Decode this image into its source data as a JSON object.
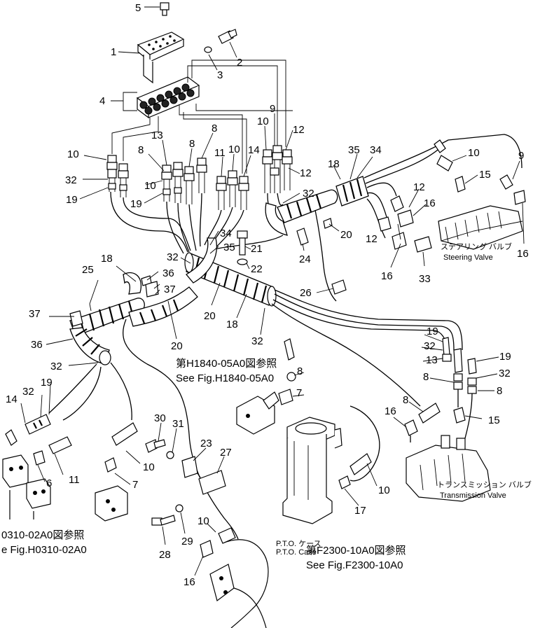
{
  "part_labels": [
    {
      "id": "5",
      "text": "5"
    },
    {
      "id": "1",
      "text": "1"
    },
    {
      "id": "2",
      "text": "2"
    },
    {
      "id": "3",
      "text": "3"
    },
    {
      "id": "4",
      "text": "4"
    },
    {
      "id": "10a",
      "text": "10"
    },
    {
      "id": "32a",
      "text": "32"
    },
    {
      "id": "19a",
      "text": "19"
    },
    {
      "id": "13a",
      "text": "13"
    },
    {
      "id": "8a",
      "text": "8"
    },
    {
      "id": "8b",
      "text": "8"
    },
    {
      "id": "8c",
      "text": "8"
    },
    {
      "id": "10b",
      "text": "10"
    },
    {
      "id": "19b",
      "text": "19"
    },
    {
      "id": "11a",
      "text": "11"
    },
    {
      "id": "10c",
      "text": "10"
    },
    {
      "id": "14a",
      "text": "14"
    },
    {
      "id": "9a",
      "text": "9"
    },
    {
      "id": "10d",
      "text": "10"
    },
    {
      "id": "12a",
      "text": "12"
    },
    {
      "id": "12b",
      "text": "12"
    },
    {
      "id": "18a",
      "text": "18"
    },
    {
      "id": "35a",
      "text": "35"
    },
    {
      "id": "34a",
      "text": "34"
    },
    {
      "id": "32b",
      "text": "32"
    },
    {
      "id": "10e",
      "text": "10"
    },
    {
      "id": "9b",
      "text": "9"
    },
    {
      "id": "15a",
      "text": "15"
    },
    {
      "id": "12c",
      "text": "12"
    },
    {
      "id": "16a",
      "text": "16"
    },
    {
      "id": "12d",
      "text": "12"
    },
    {
      "id": "16b",
      "text": "16"
    },
    {
      "id": "16c",
      "text": "16"
    },
    {
      "id": "33",
      "text": "33"
    },
    {
      "id": "20a",
      "text": "20"
    },
    {
      "id": "24",
      "text": "24"
    },
    {
      "id": "34b",
      "text": "34"
    },
    {
      "id": "35b",
      "text": "35"
    },
    {
      "id": "21",
      "text": "21"
    },
    {
      "id": "32c",
      "text": "32"
    },
    {
      "id": "22",
      "text": "22"
    },
    {
      "id": "18b",
      "text": "18"
    },
    {
      "id": "36a",
      "text": "36"
    },
    {
      "id": "25",
      "text": "25"
    },
    {
      "id": "37a",
      "text": "37"
    },
    {
      "id": "37b",
      "text": "37"
    },
    {
      "id": "26",
      "text": "26"
    },
    {
      "id": "20b",
      "text": "20"
    },
    {
      "id": "18c",
      "text": "18"
    },
    {
      "id": "20c",
      "text": "20"
    },
    {
      "id": "32d",
      "text": "32"
    },
    {
      "id": "36b",
      "text": "36"
    },
    {
      "id": "32e",
      "text": "32"
    },
    {
      "id": "19c",
      "text": "19"
    },
    {
      "id": "32f",
      "text": "32"
    },
    {
      "id": "13b",
      "text": "13"
    },
    {
      "id": "19d",
      "text": "19"
    },
    {
      "id": "32g",
      "text": "32"
    },
    {
      "id": "8d",
      "text": "8"
    },
    {
      "id": "8e",
      "text": "8"
    },
    {
      "id": "8f",
      "text": "8"
    },
    {
      "id": "32h",
      "text": "32"
    },
    {
      "id": "19e",
      "text": "19"
    },
    {
      "id": "14b",
      "text": "14"
    },
    {
      "id": "7a",
      "text": "7"
    },
    {
      "id": "8g",
      "text": "8"
    },
    {
      "id": "15b",
      "text": "15"
    },
    {
      "id": "16d",
      "text": "16"
    },
    {
      "id": "11b",
      "text": "11"
    },
    {
      "id": "6",
      "text": "6"
    },
    {
      "id": "10f",
      "text": "10"
    },
    {
      "id": "7b",
      "text": "7"
    },
    {
      "id": "30",
      "text": "30"
    },
    {
      "id": "31",
      "text": "31"
    },
    {
      "id": "23",
      "text": "23"
    },
    {
      "id": "27",
      "text": "27"
    },
    {
      "id": "10g",
      "text": "10"
    },
    {
      "id": "17",
      "text": "17"
    },
    {
      "id": "28",
      "text": "28"
    },
    {
      "id": "29",
      "text": "29"
    },
    {
      "id": "10h",
      "text": "10"
    },
    {
      "id": "16e",
      "text": "16"
    }
  ],
  "references": {
    "h1840_jp": "第H1840-05A0図参照",
    "h1840_en": "See Fig.H1840-05A0",
    "h0310_jp": "0310-02A0図参照",
    "h0310_en": "e Fig.H0310-02A0",
    "f2300_jp": "第F2300-10A0図参照",
    "f2300_en": "See Fig.F2300-10A0"
  },
  "component_names": {
    "steering_jp": "ステアリング バルブ",
    "steering_en": "Steering Valve",
    "transmission_jp": "トランスミッション バルブ",
    "transmission_en": "Transmission Valve",
    "pto_jp": "P.T.O. ケース",
    "pto_en": "P.T.O. Case"
  }
}
